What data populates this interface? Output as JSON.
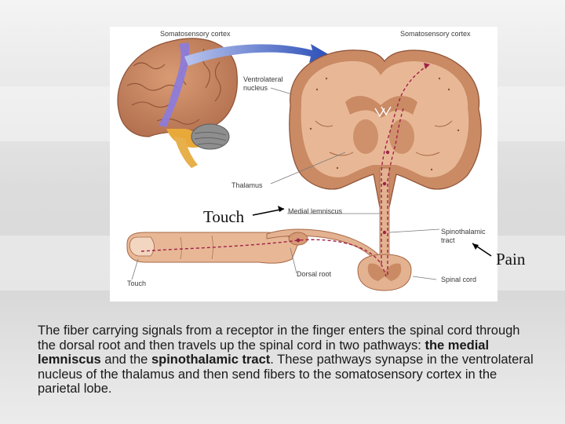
{
  "figure": {
    "labels": {
      "somatosensory_left": "Somatosensory cortex",
      "somatosensory_right": "Somatosensory cortex",
      "ventrolateral": "Ventrolateral",
      "nucleus": "nucleus",
      "thalamus": "Thalamus",
      "medial_lemniscus": "Medial lemniscus",
      "spinothalamic": "Spinothalamic",
      "tract": "tract",
      "dorsal_root": "Dorsal root",
      "spinal_cord": "Spinal cord",
      "touch_small": "Touch"
    }
  },
  "annotations": {
    "touch": "Touch",
    "pain": "Pain"
  },
  "caption": {
    "part1": "The fiber carrying signals from a receptor in the finger enters the spinal cord through the dorsal root and then travels up the spinal cord in two pathways: ",
    "bold1": "the medial lemniscus",
    "part2": " and the ",
    "bold2": "spinothalamic tract",
    "part3": ". These pathways synapse in the ventrolateral nucleus of the thalamus and then send fibers to the somatosensory cortex in the parietal lobe."
  },
  "colors": {
    "brain": "#c98a64",
    "brain_light": "#e8b896",
    "cortex_highlight": "#8a7be0",
    "pathway": "#a0214a",
    "arrow_blue": "#2b4fb8"
  }
}
